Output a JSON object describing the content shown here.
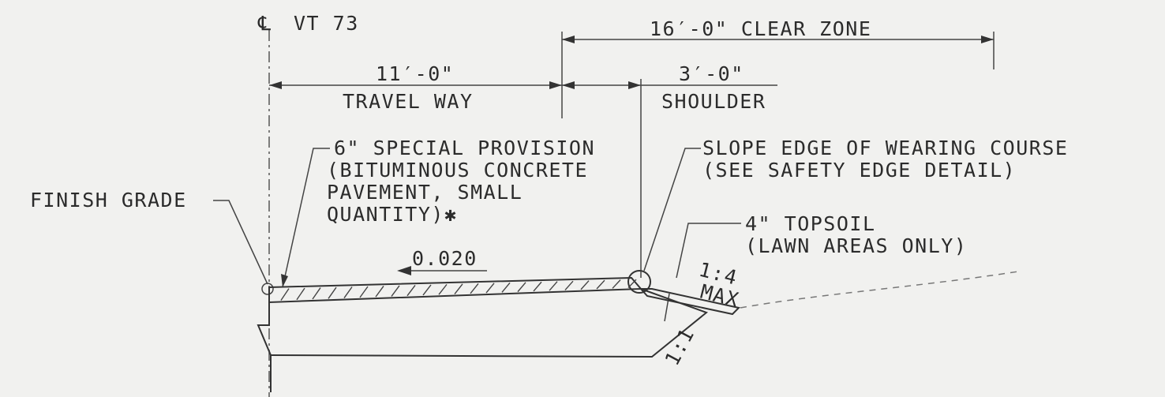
{
  "centerline": {
    "symbol": "℄",
    "label": "VT 73"
  },
  "dimensions": {
    "clear_zone": "16′-0\" CLEAR ZONE",
    "travel_way_dim": "11′-0\"",
    "travel_way": "TRAVEL WAY",
    "shoulder_dim": "3′-0\"",
    "shoulder": "SHOULDER"
  },
  "callouts": {
    "pavement": [
      "6\" SPECIAL PROVISION",
      "(BITUMINOUS CONCRETE",
      "PAVEMENT, SMALL",
      "QUANTITY)✱"
    ],
    "finish_grade": "FINISH GRADE",
    "slope_edge": [
      "SLOPE EDGE OF WEARING COURSE",
      "(SEE SAFETY EDGE DETAIL)"
    ],
    "topsoil": [
      "4\" TOPSOIL",
      "(LAWN AREAS ONLY)"
    ]
  },
  "slopes": {
    "cross_slope": "0.020",
    "foreslope_ratio": "1:4",
    "foreslope_note": "MAX",
    "base_slope": "1:1"
  },
  "colors": {
    "background": "#f1f1ef",
    "ink": "#2b2b2b"
  }
}
